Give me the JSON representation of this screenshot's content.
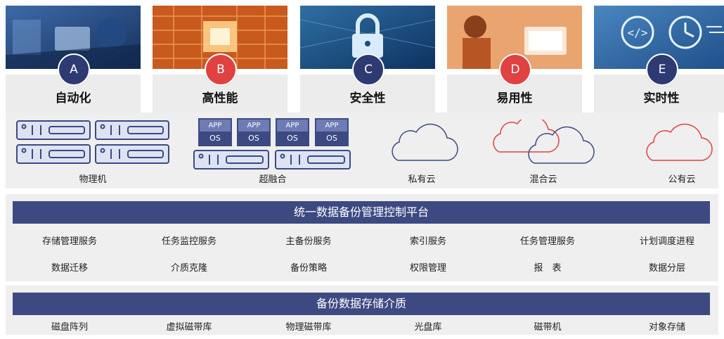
{
  "features": [
    {
      "letter": "A",
      "title": "自动化",
      "badge_color": "#2e3b72"
    },
    {
      "letter": "B",
      "title": "高性能",
      "badge_color": "#e04141"
    },
    {
      "letter": "C",
      "title": "安全性",
      "badge_color": "#2e3b72"
    },
    {
      "letter": "D",
      "title": "易用性",
      "badge_color": "#e04141"
    },
    {
      "letter": "E",
      "title": "实时性",
      "badge_color": "#2e3b72"
    }
  ],
  "infrastructure": {
    "physical": "物理机",
    "hci": "超融合",
    "app_label": "APP",
    "os_label": "OS",
    "private_cloud": "私有云",
    "hybrid_cloud": "混合云",
    "public_cloud": "公有云"
  },
  "platform": {
    "title": "统一数据备份管理控制平台",
    "services_row1": [
      "存储管理服务",
      "任务监控服务",
      "主备份服务",
      "索引服务",
      "任务管理服务",
      "计划调度进程"
    ],
    "services_row2": [
      "数据迁移",
      "介质克隆",
      "备份策略",
      "权限管理",
      "报　表",
      "数据分层"
    ]
  },
  "storage": {
    "title": "备份数据存储介质",
    "items": [
      "磁盘阵列",
      "虚拟磁带库",
      "物理磁带库",
      "光盘库",
      "磁带机",
      "对象存储"
    ]
  },
  "colors": {
    "navy": "#3d4a82",
    "red": "#e04141",
    "panel": "#efefef"
  }
}
